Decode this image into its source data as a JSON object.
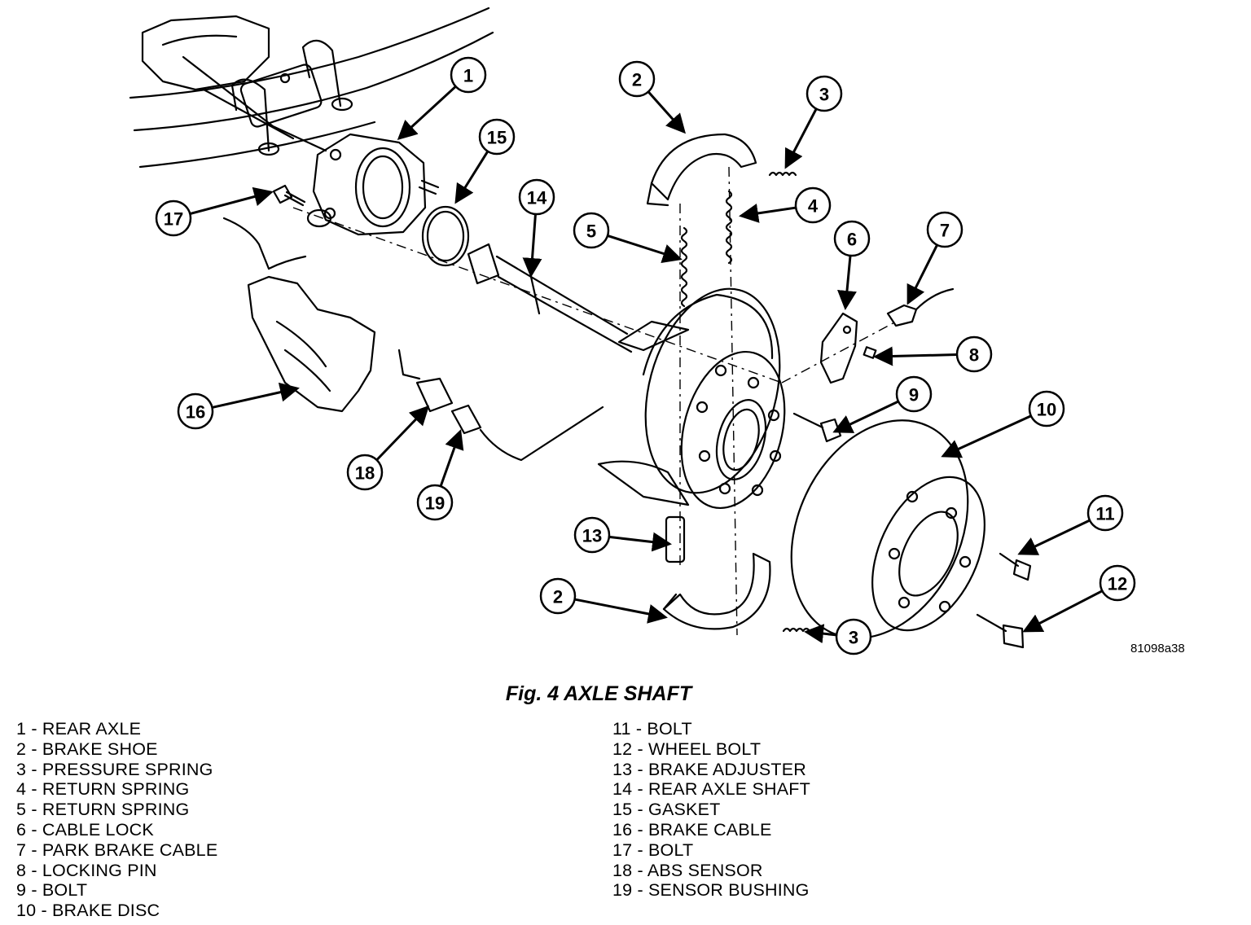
{
  "figure_code": "81098a38",
  "caption": "Fig. 4 AXLE SHAFT",
  "callouts": [
    {
      "number": "1"
    },
    {
      "number": "2"
    },
    {
      "number": "3"
    },
    {
      "number": "4"
    },
    {
      "number": "5"
    },
    {
      "number": "6"
    },
    {
      "number": "7"
    },
    {
      "number": "8"
    },
    {
      "number": "9"
    },
    {
      "number": "10"
    },
    {
      "number": "11"
    },
    {
      "number": "12"
    },
    {
      "number": "13"
    },
    {
      "number": "14"
    },
    {
      "number": "15"
    },
    {
      "number": "16"
    },
    {
      "number": "17"
    },
    {
      "number": "18"
    },
    {
      "number": "19"
    },
    {
      "number": "2"
    },
    {
      "number": "3"
    }
  ],
  "legend": {
    "left": [
      "1 - REAR AXLE",
      "2 - BRAKE SHOE",
      "3 - PRESSURE SPRING",
      "4 - RETURN SPRING",
      "5 - RETURN SPRING",
      "6 - CABLE LOCK",
      "7 - PARK BRAKE CABLE",
      "8 - LOCKING PIN",
      "9 - BOLT",
      "10 - BRAKE DISC"
    ],
    "right": [
      "11 - BOLT",
      "12 - WHEEL BOLT",
      "13 - BRAKE ADJUSTER",
      "14 - REAR AXLE SHAFT",
      "15 - GASKET",
      "16 - BRAKE CABLE",
      "17 - BOLT",
      "18 - ABS SENSOR",
      "19 - SENSOR BUSHING"
    ]
  }
}
